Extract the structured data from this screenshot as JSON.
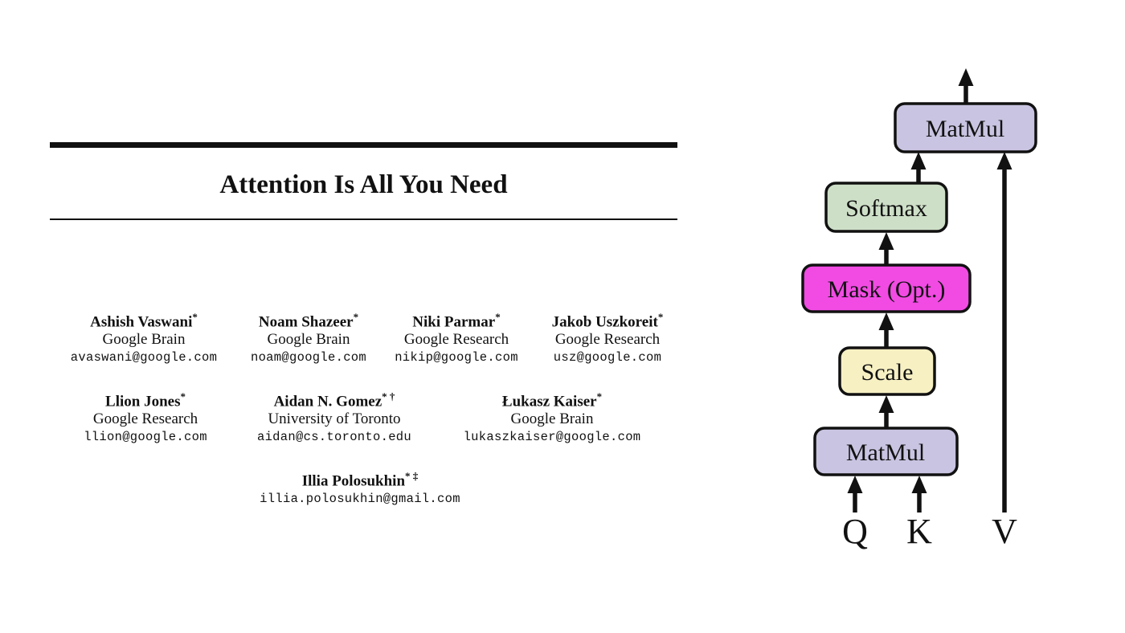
{
  "paper": {
    "title": "Attention Is All You Need",
    "authors": [
      {
        "name": "Ashish Vaswani",
        "marker": "*",
        "affiliation": "Google Brain",
        "email": "avaswani@google.com"
      },
      {
        "name": "Noam Shazeer",
        "marker": "*",
        "affiliation": "Google Brain",
        "email": "noam@google.com"
      },
      {
        "name": "Niki Parmar",
        "marker": "*",
        "affiliation": "Google Research",
        "email": "nikip@google.com"
      },
      {
        "name": "Jakob Uszkoreit",
        "marker": "*",
        "affiliation": "Google Research",
        "email": "usz@google.com"
      },
      {
        "name": "Llion Jones",
        "marker": "*",
        "affiliation": "Google Research",
        "email": "llion@google.com"
      },
      {
        "name": "Aidan N. Gomez",
        "marker": "* †",
        "affiliation": "University of Toronto",
        "email": "aidan@cs.toronto.edu"
      },
      {
        "name": "Łukasz Kaiser",
        "marker": "*",
        "affiliation": "Google Brain",
        "email": "lukaszkaiser@google.com"
      },
      {
        "name": "Illia Polosukhin",
        "marker": "* ‡",
        "affiliation": "",
        "email": "illia.polosukhin@gmail.com"
      }
    ]
  },
  "diagram": {
    "boxes": [
      {
        "label": "MatMul"
      },
      {
        "label": "Softmax"
      },
      {
        "label": "Mask (Opt.)"
      },
      {
        "label": "Scale"
      },
      {
        "label": "MatMul"
      }
    ],
    "inputs": {
      "q": "Q",
      "k": "K",
      "v": "V"
    },
    "colors": {
      "matmul": "#C9C4E1",
      "softmax": "#CEDFC8",
      "mask": "#F14BE3",
      "scale": "#F6F0C3",
      "stroke": "#111111"
    }
  }
}
